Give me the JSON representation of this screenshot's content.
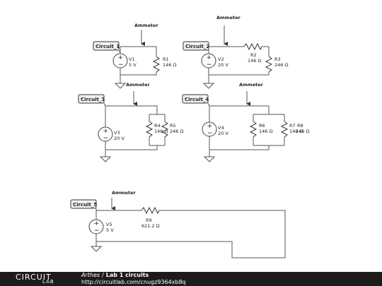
{
  "circuits": [
    {
      "tag": "Circuit_1",
      "ammeter": "Ammeter",
      "source": {
        "name": "V1",
        "value": "5 V"
      },
      "resistors": [
        {
          "name": "R1",
          "value": "146 Ω"
        }
      ]
    },
    {
      "tag": "Circuit_2",
      "ammeter": "Ammeter",
      "source": {
        "name": "V2",
        "value": "20 V"
      },
      "resistors": [
        {
          "name": "R2",
          "value": "146 Ω"
        },
        {
          "name": "R3",
          "value": "246 Ω"
        }
      ]
    },
    {
      "tag": "Circuit_3",
      "ammeter": "Ammeter",
      "source": {
        "name": "V3",
        "value": "20 V"
      },
      "resistors": [
        {
          "name": "R4",
          "value": "146 Ω"
        },
        {
          "name": "R5",
          "value": "246 Ω"
        }
      ]
    },
    {
      "tag": "Circuit_4",
      "ammeter": "Ammeter",
      "source": {
        "name": "V4",
        "value": "20 V"
      },
      "resistors": [
        {
          "name": "R6",
          "value": "146 Ω"
        },
        {
          "name": "R7",
          "value": "146 Ω"
        },
        {
          "name": "R8",
          "value": "246 Ω"
        }
      ]
    },
    {
      "tag": "Circuit_5",
      "ammeter": "Ammeter",
      "source": {
        "name": "V5",
        "value": "5 V"
      },
      "resistors": [
        {
          "name": "R9",
          "value": "621.2 Ω"
        }
      ]
    }
  ],
  "footer": {
    "logo_top": "CIRCUIT",
    "logo_bottom": "LAB",
    "author": "Arthes",
    "separator": "/",
    "title": "Lab 1 circuits",
    "url": "http://circuitlab.com/cnugz9364xb8q"
  }
}
